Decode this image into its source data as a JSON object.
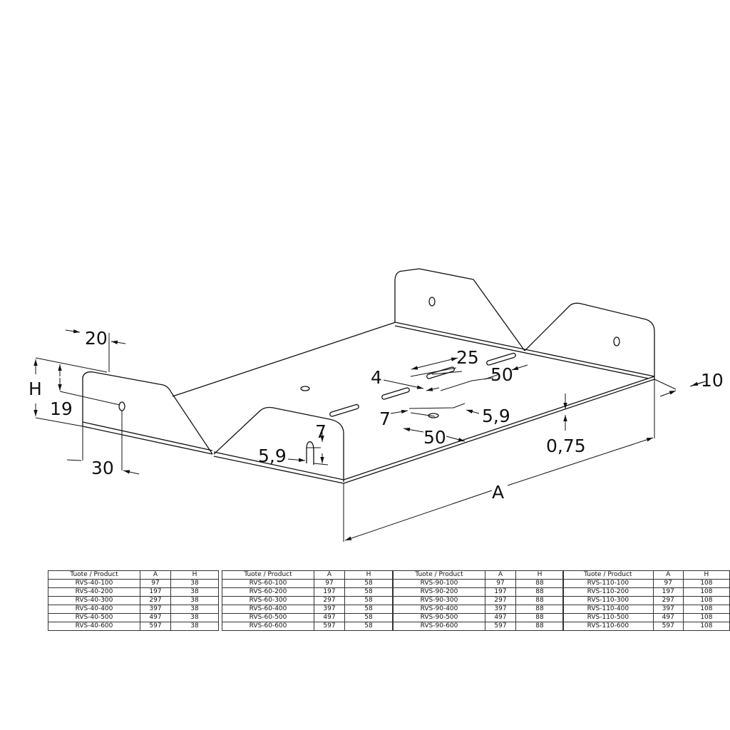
{
  "dimensions": {
    "d20": "20",
    "dH": "H",
    "d19": "19",
    "d30": "30",
    "d7a": "7",
    "d59a": "5,9",
    "d25": "25",
    "d4": "4",
    "d50a": "50",
    "d7b": "7",
    "d59b": "5,9",
    "d50b": "50",
    "d10": "10",
    "d075": "0,75",
    "dA": "A"
  },
  "tables": [
    {
      "headers": {
        "product": "Tuote / Product",
        "a": "A",
        "h": "H"
      },
      "rows": [
        {
          "product": "RVS-40-100",
          "a": "97",
          "h": "38"
        },
        {
          "product": "RVS-40-200",
          "a": "197",
          "h": "38"
        },
        {
          "product": "RVS-40-300",
          "a": "297",
          "h": "38"
        },
        {
          "product": "RVS-40-400",
          "a": "397",
          "h": "38"
        },
        {
          "product": "RVS-40-500",
          "a": "497",
          "h": "38"
        },
        {
          "product": "RVS-40-600",
          "a": "597",
          "h": "38"
        }
      ]
    },
    {
      "headers": {
        "product": "Tuote / Product",
        "a": "A",
        "h": "H"
      },
      "rows": [
        {
          "product": "RVS-60-100",
          "a": "97",
          "h": "58"
        },
        {
          "product": "RVS-60-200",
          "a": "197",
          "h": "58"
        },
        {
          "product": "RVS-60-300",
          "a": "297",
          "h": "58"
        },
        {
          "product": "RVS-60-400",
          "a": "397",
          "h": "58"
        },
        {
          "product": "RVS-60-500",
          "a": "497",
          "h": "58"
        },
        {
          "product": "RVS-60-600",
          "a": "597",
          "h": "58"
        }
      ]
    },
    {
      "headers": {
        "product": "Tuote / Product",
        "a": "A",
        "h": "H"
      },
      "rows": [
        {
          "product": "RVS-90-100",
          "a": "97",
          "h": "88"
        },
        {
          "product": "RVS-90-200",
          "a": "197",
          "h": "88"
        },
        {
          "product": "RVS-90-300",
          "a": "297",
          "h": "88"
        },
        {
          "product": "RVS-90-400",
          "a": "397",
          "h": "88"
        },
        {
          "product": "RVS-90-500",
          "a": "497",
          "h": "88"
        },
        {
          "product": "RVS-90-600",
          "a": "597",
          "h": "88"
        }
      ]
    },
    {
      "headers": {
        "product": "Tuote / Product",
        "a": "A",
        "h": "H"
      },
      "rows": [
        {
          "product": "RVS-110-100",
          "a": "97",
          "h": "108"
        },
        {
          "product": "RVS-110-200",
          "a": "197",
          "h": "108"
        },
        {
          "product": "RVS-110-300",
          "a": "297",
          "h": "108"
        },
        {
          "product": "RVS-110-400",
          "a": "397",
          "h": "108"
        },
        {
          "product": "RVS-110-500",
          "a": "497",
          "h": "108"
        },
        {
          "product": "RVS-110-600",
          "a": "597",
          "h": "108"
        }
      ]
    }
  ]
}
